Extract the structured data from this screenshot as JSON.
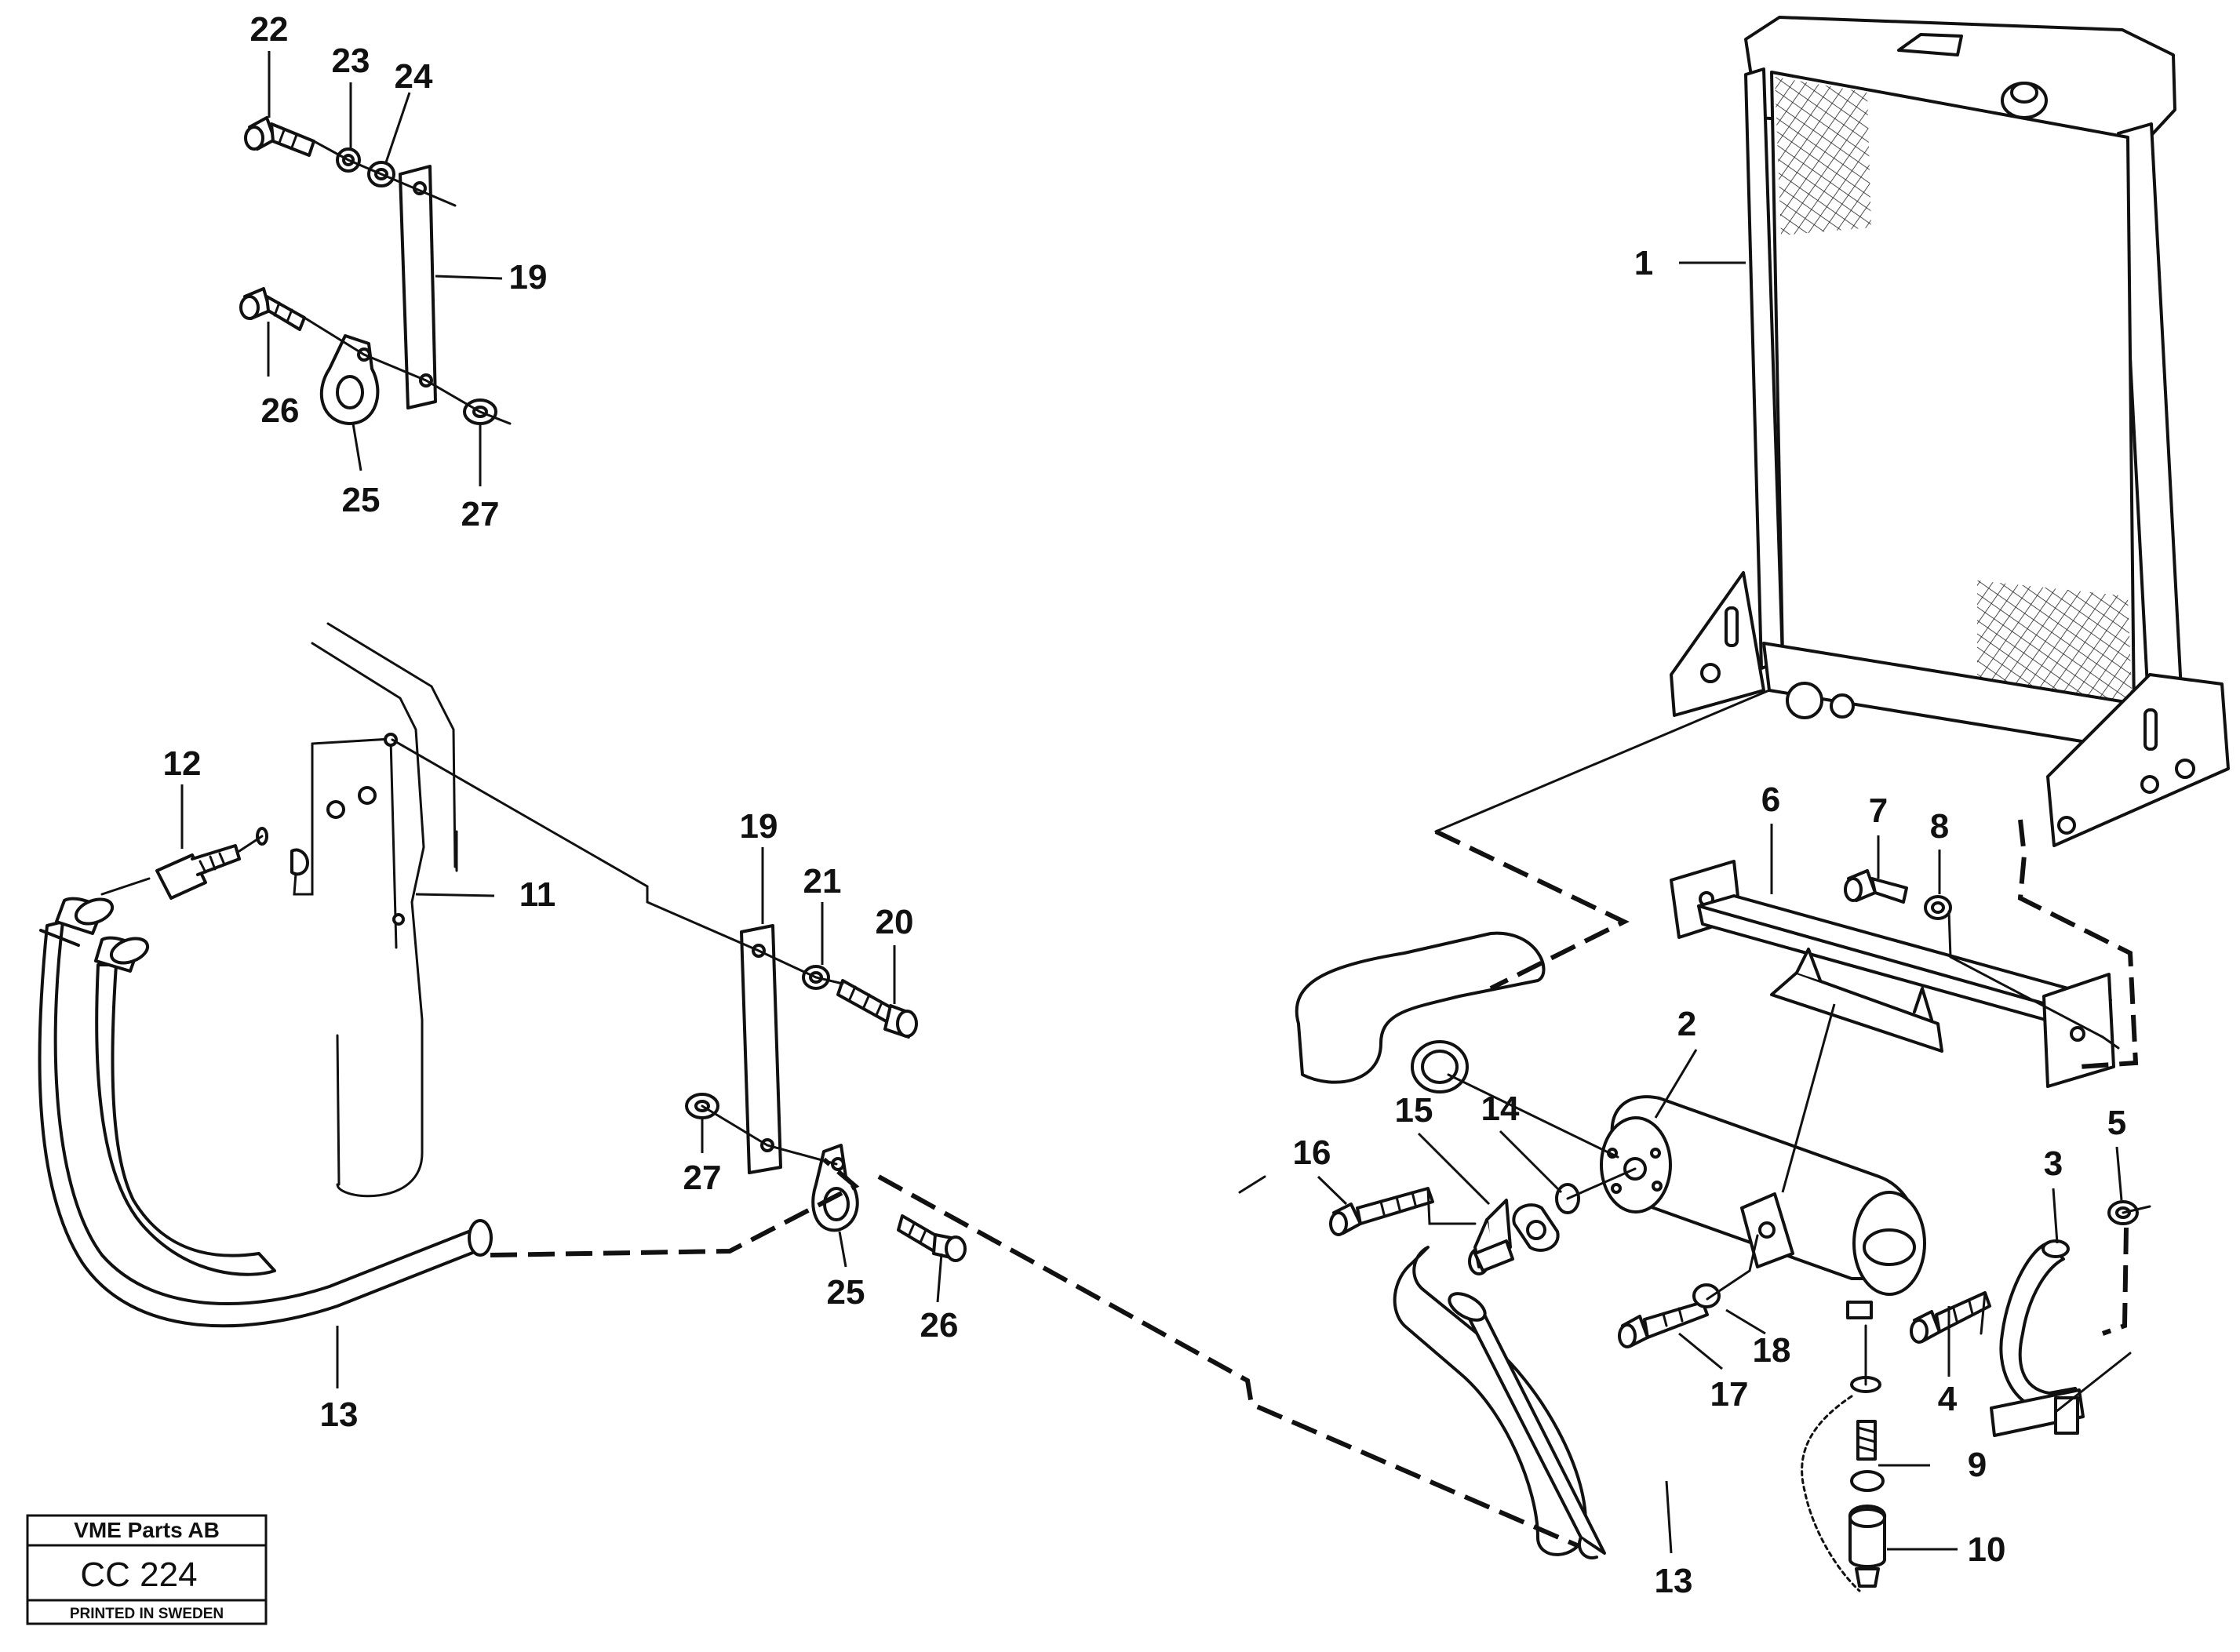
{
  "callouts": {
    "c1": "1",
    "c2": "2",
    "c3": "3",
    "c4": "4",
    "c5": "5",
    "c6": "6",
    "c7": "7",
    "c8": "8",
    "c9": "9",
    "c10": "10",
    "c11": "11",
    "c12": "12",
    "c13a": "13",
    "c13b": "13",
    "c14": "14",
    "c15": "15",
    "c16": "16",
    "c17": "17",
    "c18": "18",
    "c19a": "19",
    "c19b": "19",
    "c20": "20",
    "c21": "21",
    "c22": "22",
    "c23": "23",
    "c24": "24",
    "c25a": "25",
    "c25b": "25",
    "c26a": "26",
    "c26b": "26",
    "c27a": "27",
    "c27b": "27"
  },
  "title_block": {
    "company": "VME Parts AB",
    "code": "CC 224",
    "printed": "PRINTED IN SWEDEN"
  }
}
